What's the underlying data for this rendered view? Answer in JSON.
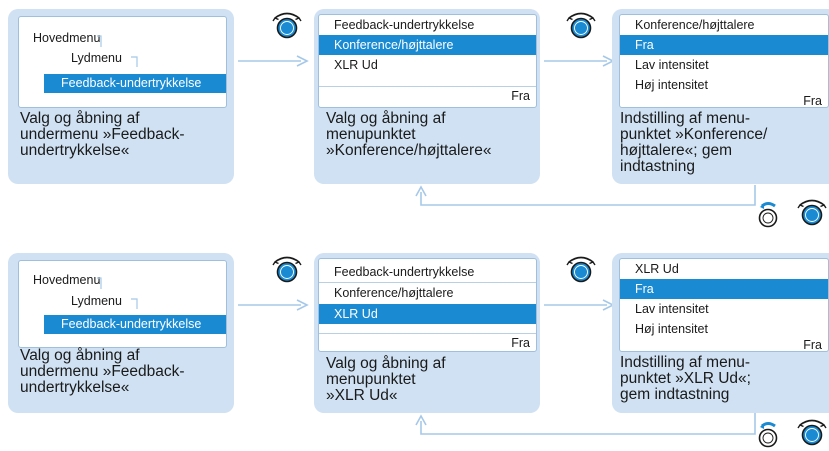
{
  "colors": {
    "panel": "#cfe1f2",
    "accent": "#1a8bd3",
    "line": "#a6c8e8"
  },
  "row1": {
    "tree": {
      "main": "Hovedmenu",
      "sub": "Lydmenu",
      "selected": "Feedback-undertrykkelse"
    },
    "caption1": [
      "Valg og åbning af",
      "undermenu »Feedback-",
      "undertrykkelse«"
    ],
    "menu2": {
      "items": [
        "Feedback-undertrykkelse",
        "Konference/højttalere",
        "XLR Ud"
      ],
      "selected_index": 1,
      "status": "Fra"
    },
    "caption2": [
      "Valg og åbning af",
      "menupunktet",
      "»Konference/højttalere«"
    ],
    "menu3": {
      "header": "Konference/højttalere",
      "items": [
        "Fra",
        "Lav intensitet",
        "Høj intensitet"
      ],
      "selected_index": 0,
      "status": "Fra"
    },
    "caption3": [
      "Indstilling af menu-",
      "punktet »Konference/",
      "højttalere«; gem",
      "indtastning"
    ]
  },
  "row2": {
    "tree": {
      "main": "Hovedmenu",
      "sub": "Lydmenu",
      "selected": "Feedback-undertrykkelse"
    },
    "caption1": [
      "Valg og åbning af",
      "undermenu »Feedback-",
      "undertrykkelse«"
    ],
    "menu2": {
      "items": [
        "Feedback-undertrykkelse",
        "Konference/højttalere",
        "XLR Ud"
      ],
      "selected_index": 2,
      "status": "Fra"
    },
    "caption2": [
      "Valg og åbning af",
      "menupunktet",
      "»XLR Ud«"
    ],
    "menu3": {
      "header": "XLR Ud",
      "items": [
        "Fra",
        "Lav intensitet",
        "Høj intensitet"
      ],
      "selected_index": 0,
      "status": "Fra"
    },
    "caption3": [
      "Indstilling af menu-",
      "punktet »XLR Ud«;",
      "gem indtastning"
    ]
  },
  "icons": [
    "jog-dial-turn-icon",
    "jog-dial-press-icon",
    "arrow-right-icon",
    "return-arrow-icon"
  ]
}
